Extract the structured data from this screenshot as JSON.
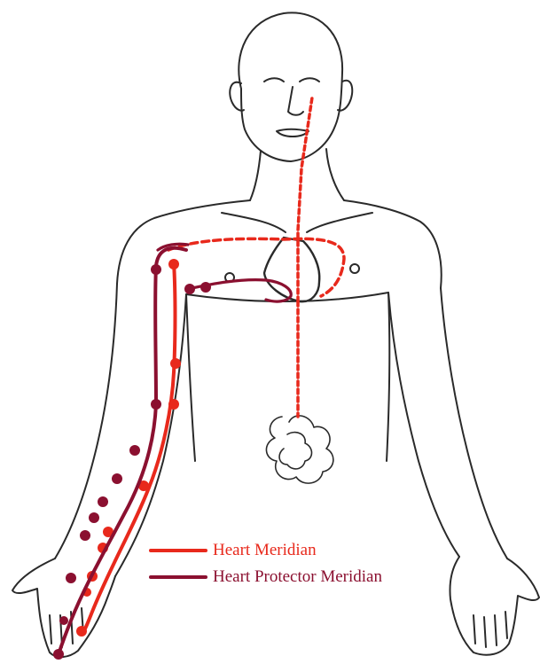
{
  "legend": {
    "items": [
      {
        "id": "heart",
        "label": "Heart Meridian",
        "color": "#e8291c"
      },
      {
        "id": "heart-protector",
        "label": "Heart Protector Meridian",
        "color": "#8b1030"
      }
    ]
  },
  "figure": {
    "outline_color": "#2a2a2a",
    "heart_meridian_color": "#e8291c",
    "heart_protector_meridian_color": "#8b1030"
  }
}
